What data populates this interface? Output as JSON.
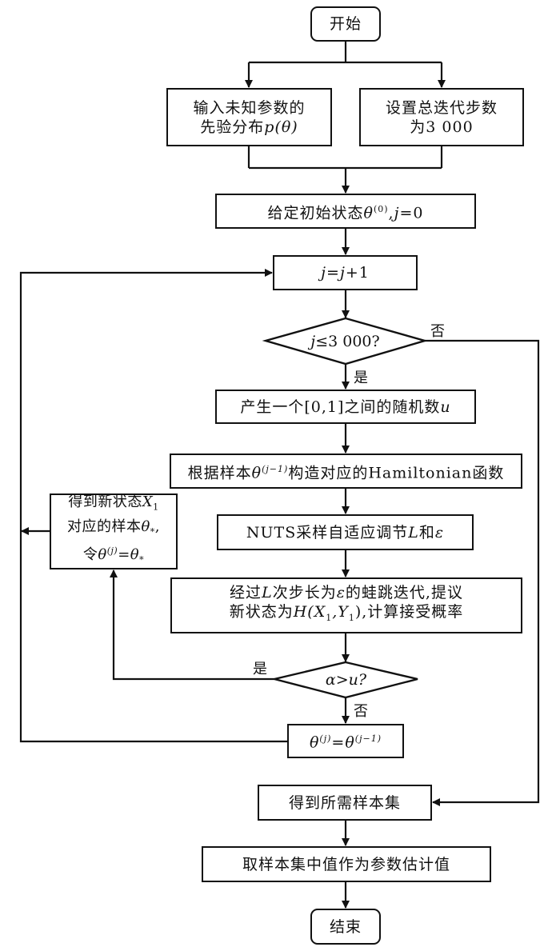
{
  "diagram": {
    "type": "flowchart",
    "nodes": {
      "start": "开始",
      "input_prior": {
        "line1": "输入未知参数的",
        "line2_prefix": "先验分布",
        "line2_math": "p(θ)"
      },
      "set_iterations": {
        "line1": "设置总迭代步数",
        "line2": "为3 000"
      },
      "init_state": {
        "prefix": "给定初始状态",
        "theta": "θ",
        "sup": "(0)",
        "suffix": ",",
        "j": "j",
        "eq": "=0"
      },
      "increment": {
        "j1": "j",
        "eq": "=",
        "j2": "j",
        "rest": "+1"
      },
      "decision_iter": {
        "j": "j",
        "rest": "≤3 000?"
      },
      "random_u": {
        "prefix": "产生一个[0,1]之间的随机数",
        "var": "u"
      },
      "hamiltonian": {
        "prefix": "根据样本",
        "theta": "θ",
        "sup": "(j−1)",
        "suffix": "构造对应的Hamiltonian函数"
      },
      "nuts": {
        "prefix": "NUTS采样自适应调节",
        "L": "L",
        "and": "和",
        "eps": "ε"
      },
      "leapfrog": {
        "line1_a": "经过",
        "line1_L": "L",
        "line1_b": "次步长为",
        "line1_eps": "ε",
        "line1_c": "的蛙跳迭代,提议",
        "line2_a": "新状态为",
        "line2_math": "H(X",
        "line2_sub1": "1",
        "line2_mid": ",Y",
        "line2_sub2": "1",
        "line2_end": ")",
        "line2_b": ",计算接受概率"
      },
      "decision_accept": {
        "text": "α>u?"
      },
      "new_state": {
        "line1_a": "得到新状态",
        "line1_X": "X",
        "line1_sub": "1",
        "line2_a": "对应的样本",
        "line2_theta": "θ",
        "line2_sub": "*",
        "line2_end": ",",
        "line3_a": "令",
        "line3_theta": "θ",
        "line3_sup": "(j)",
        "line3_eq": "=",
        "line3_theta2": "θ",
        "line3_sub": "*"
      },
      "keep_state": {
        "theta": "θ",
        "sup1": "(j)",
        "eq": "=",
        "theta2": "θ",
        "sup2": "(j−1)"
      },
      "get_samples": "得到所需样本集",
      "median_estimate": "取样本集中值作为参数估计值",
      "end": "结束"
    },
    "edge_labels": {
      "iter_no": "否",
      "iter_yes": "是",
      "accept_yes": "是",
      "accept_no": "否"
    }
  }
}
